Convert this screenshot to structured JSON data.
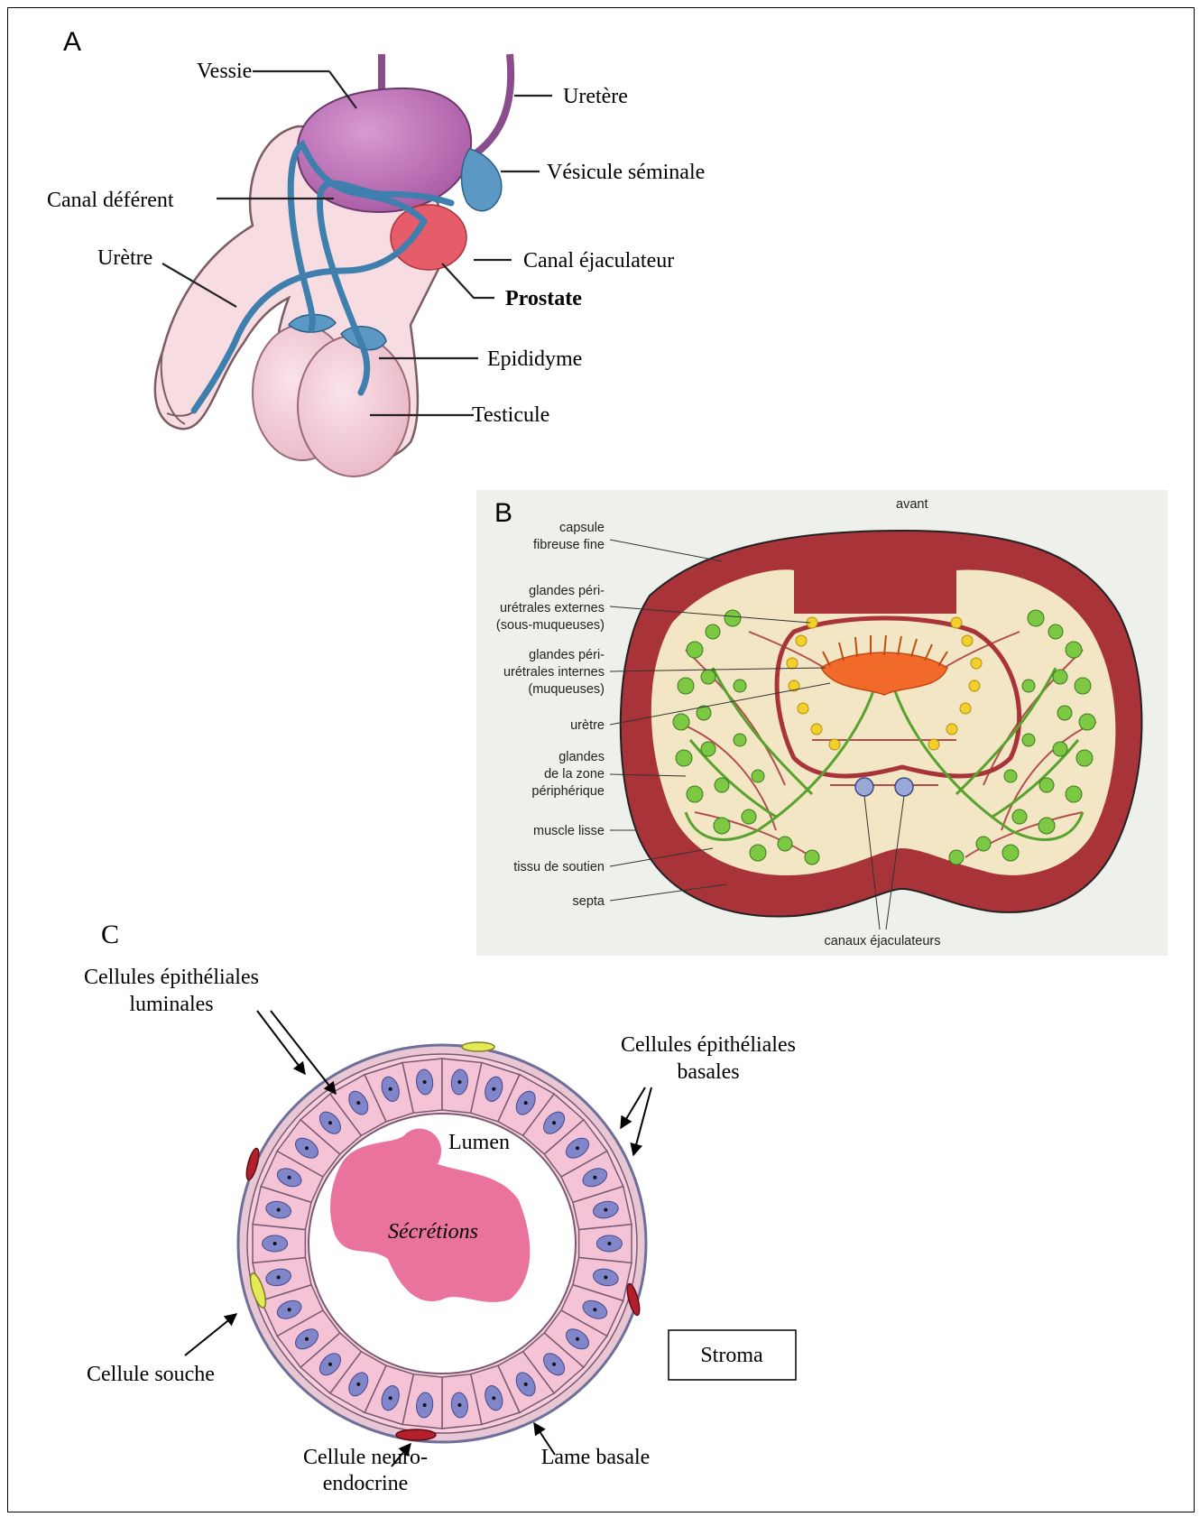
{
  "panel_a": {
    "letter": "A",
    "labels": {
      "bladder": "Vessie",
      "ureter": "Uretère",
      "seminal_vesicle": "Vésicule séminale",
      "vas_deferens": "Canal déférent",
      "urethra": "Urètre",
      "ejaculatory_duct": "Canal éjaculateur",
      "prostate": "Prostate",
      "epididymis": "Epididyme",
      "testis": "Testicule"
    }
  },
  "panel_b": {
    "letter": "B",
    "labels": {
      "front": "avant",
      "capsule_1": "capsule",
      "capsule_2": "fibreuse fine",
      "ext_glands_1": "glandes péri-",
      "ext_glands_2": "urétrales externes",
      "ext_glands_3": "(sous-muqueuses)",
      "int_glands_1": "glandes péri-",
      "int_glands_2": "urétrales internes",
      "int_glands_3": "(muqueuses)",
      "urethra": "urètre",
      "peripheral_1": "glandes",
      "peripheral_2": "de la zone",
      "peripheral_3": "périphérique",
      "smooth_muscle": "muscle lisse",
      "support_tissue": "tissu de soutien",
      "septa": "septa",
      "ejaculatory_ducts": "canaux éjaculateurs"
    }
  },
  "panel_c": {
    "letter": "C",
    "labels": {
      "luminal_1": "Cellules épithéliales",
      "luminal_2": "luminales",
      "basal_1": "Cellules épithéliales",
      "basal_2": "basales",
      "lumen": "Lumen",
      "secretions": "Sécrétions",
      "stem_cell": "Cellule souche",
      "stroma": "Stroma",
      "neuro_1": "Cellule neuro-",
      "neuro_2": "endocrine",
      "basal_lamina": "Lame basale"
    }
  },
  "colors": {
    "bladder": "#b56db0",
    "prostate": "#e65c6a",
    "ducts": "#3f7fae",
    "skin": "#f6d8dd",
    "capsule": "#a8343a",
    "peripheral_glands": "#7cc843",
    "periurethral_glands": "#f2cf2a",
    "urethra_orange": "#f26a2a",
    "luminal_cell": "#f4c4d6",
    "nucleus": "#8185c9",
    "secretions": "#e9739c"
  }
}
